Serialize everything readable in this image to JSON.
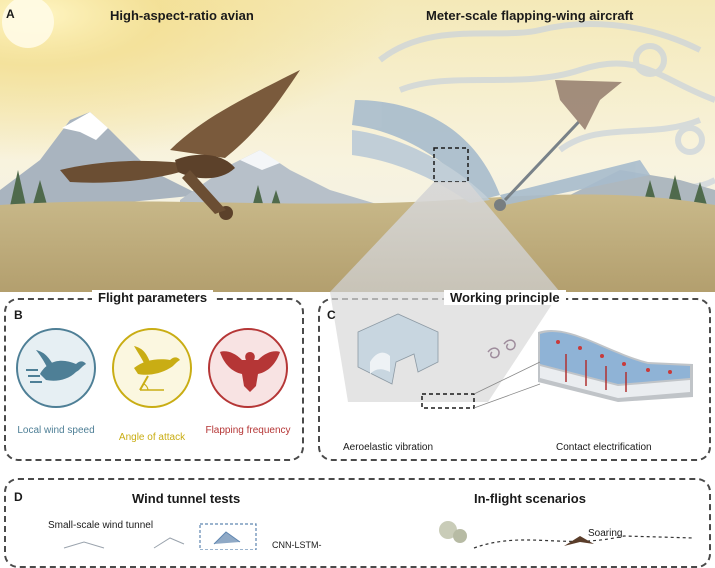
{
  "panel_a": {
    "letter": "A",
    "left_title": "High-aspect-ratio avian",
    "right_title": "Meter-scale flapping-wing aircraft"
  },
  "panel_b": {
    "letter": "B",
    "title": "Flight parameters",
    "params": [
      {
        "label": "Local wind speed",
        "color": "#4e7f96",
        "bg": "#e6eff3",
        "icon": "bird-wind-icon"
      },
      {
        "label": "Angle of attack",
        "color": "#c9ad14",
        "bg": "#fbf7e0",
        "icon": "bird-angle-icon"
      },
      {
        "label": "Flapping frequency",
        "color": "#b53636",
        "bg": "#f8e3e3",
        "icon": "eagle-flapping-icon"
      }
    ]
  },
  "panel_c": {
    "letter": "C",
    "title": "Working principle",
    "left_caption": "Aeroelastic vibration",
    "right_caption": "Contact electrification"
  },
  "panel_d": {
    "letter": "D",
    "left_title": "Wind tunnel tests",
    "right_title": "In-flight scenarios",
    "sub_label": "Small-scale wind tunnel",
    "model_label": "CNN-LSTM-",
    "scenario_label": "Soaring"
  }
}
